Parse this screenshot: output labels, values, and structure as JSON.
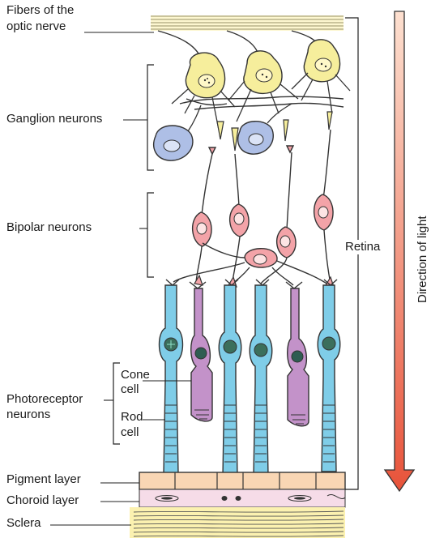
{
  "labels": {
    "fibers_line1": "Fibers of the",
    "fibers_line2": "optic nerve",
    "ganglion": "Ganglion neurons",
    "bipolar": "Bipolar neurons",
    "photoreceptor_line1": "Photoreceptor",
    "photoreceptor_line2": "neurons",
    "cone_line1": "Cone",
    "cone_line2": "cell",
    "rod_line1": "Rod",
    "rod_line2": "cell",
    "pigment": "Pigment layer",
    "choroid": "Choroid layer",
    "sclera": "Sclera",
    "retina": "Retina",
    "direction": "Direction of light"
  },
  "colors": {
    "ganglion_yellow": "#f6ee9c",
    "ganglion_blue": "#aebfe6",
    "bipolar_pink": "#f3a3a8",
    "cone_blue": "#7fcde8",
    "rod_purple": "#c392c9",
    "pigment_peach": "#f9d6b4",
    "choroid_pink": "#f6dce8",
    "sclera_yellow": "#fbf1b0",
    "arrow_top": "#fde0d0",
    "arrow_bottom": "#e8533a"
  }
}
